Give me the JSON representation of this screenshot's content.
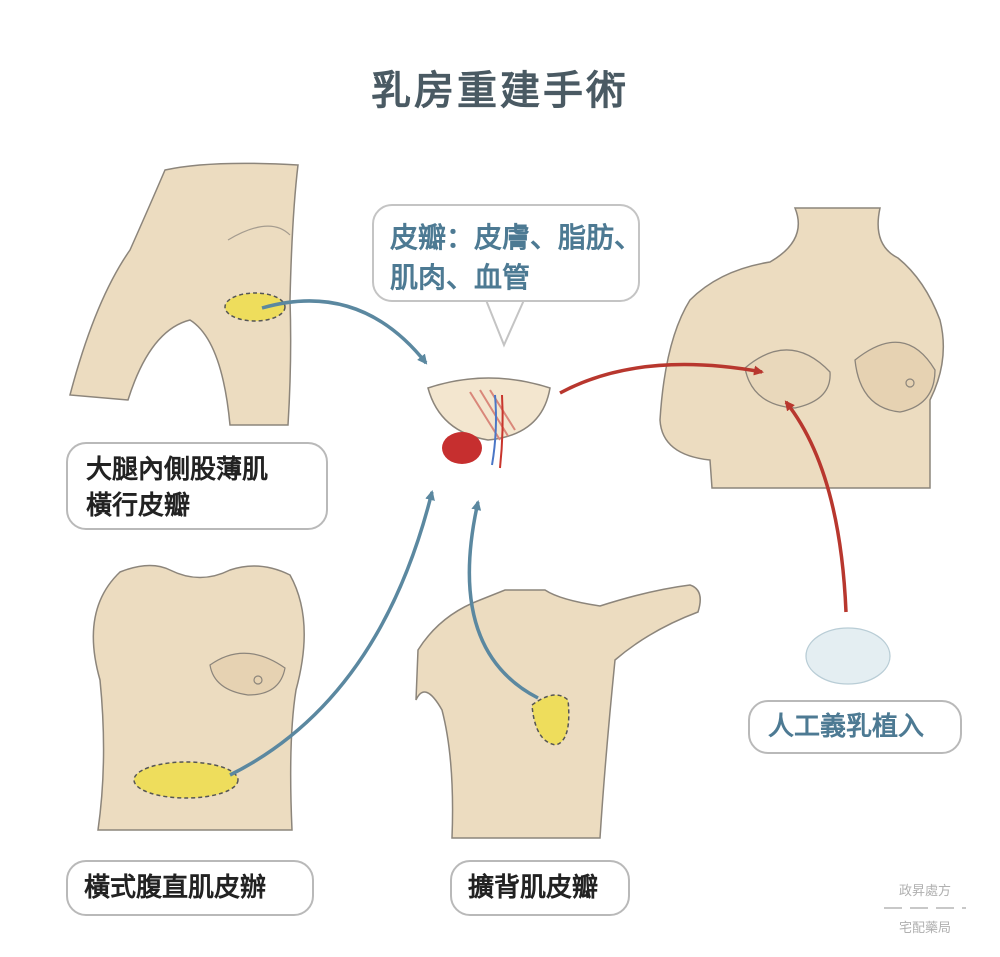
{
  "title": "乳房重建手術",
  "bubble": {
    "line1": "皮瓣：皮膚、脂肪、",
    "line2": "肌肉、血管"
  },
  "labels": {
    "thigh": {
      "line1": "大腿內側股薄肌",
      "line2": "橫行皮瓣"
    },
    "tram": "橫式腹直肌皮辦",
    "latissimus": "擴背肌皮瓣",
    "implant": "人工義乳植入"
  },
  "watermark": {
    "line1": "政昇處方",
    "line2": "宅配藥局"
  },
  "colors": {
    "skin": "#ecdcc0",
    "skin_shadow": "#d9c4a3",
    "outline": "#8c857b",
    "flap_yellow": "#eedd5c",
    "arrow_blue": "#5b88a0",
    "arrow_red": "#b8372e",
    "implant": "#e4eef2"
  }
}
